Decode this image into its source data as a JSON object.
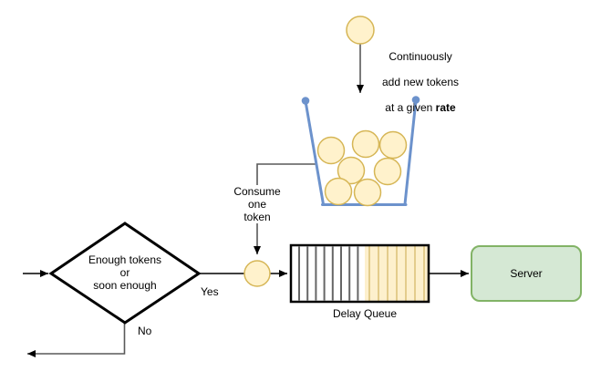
{
  "diagram": {
    "type": "flowchart",
    "bucket": {
      "token_count": 7,
      "note_line1": "Continuously",
      "note_line2": "add new tokens",
      "note_line3_prefix": "at a given ",
      "note_line3_bold": "rate"
    },
    "consume_label": "Consume\none\ntoken",
    "decision": {
      "label": "Enough tokens\nor\nsoon enough",
      "yes_label": "Yes",
      "no_label": "No"
    },
    "delay_queue": {
      "label": "Delay Queue"
    },
    "server": {
      "label": "Server"
    },
    "colors": {
      "token_fill": "#fff2cc",
      "token_stroke": "#d6b656",
      "bucket_stroke": "#6c92cc",
      "queue_used_fill": "#fdf0cd",
      "queue_used_line": "#e3cc8c",
      "queue_slot_line": "#666666",
      "server_fill": "#d5e8d4",
      "server_stroke": "#82b366",
      "edge_dark": "#000000",
      "edge_gray": "#595959"
    }
  }
}
